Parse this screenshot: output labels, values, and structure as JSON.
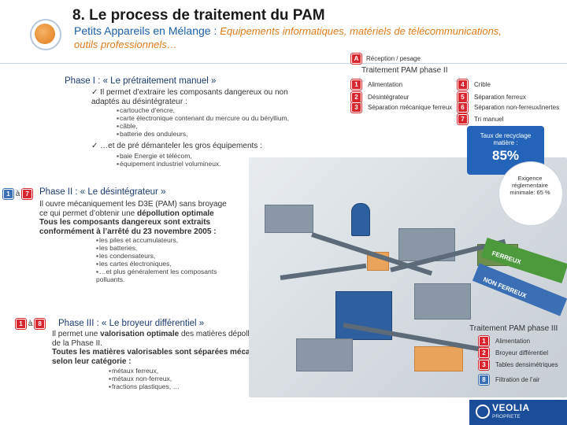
{
  "header": {
    "title": "8. Le process de traitement du PAM",
    "subtitle_main": "Petits Appareils en Mélange :",
    "subtitle_desc": "Equipements informatiques, matériels de télécommunications,",
    "subtitle_line2": "outils professionnels…"
  },
  "legend_top": {
    "badge": "A",
    "label": "Réception / pesage"
  },
  "phase2_legend": {
    "title": "Traitement PAM phase II",
    "col1": [
      {
        "badge": "1",
        "label": "Alimentation"
      },
      {
        "badge": "2",
        "label": "Désintégrateur"
      },
      {
        "badge": "3",
        "label": "Séparation mécanique ferreux"
      }
    ],
    "col2": [
      {
        "badge": "4",
        "label": "Crible"
      },
      {
        "badge": "5",
        "label": "Séparation ferreux"
      },
      {
        "badge": "6",
        "label": "Séparation non-ferreux/inertes"
      },
      {
        "badge": "7",
        "label": "Tri manuel"
      }
    ]
  },
  "phase1": {
    "title": "Phase I : « Le prétraitement manuel »",
    "check1_line1": "Il permet d’extraire les composants dangereux ou non",
    "check1_line2": "adaptés au désintégrateur :",
    "items1": [
      "cartouche d’encre,",
      "carte électronique contenant du mercure ou du béryllium,",
      "câble,",
      "batterie des onduleurs,"
    ],
    "check2": "…et de pré démanteler les gros équipements :",
    "items2": [
      "baie Energie et télécom,",
      "équipement industriel volumineux."
    ]
  },
  "phase2": {
    "badge_from": "1",
    "connector": "à",
    "badge_to": "7",
    "title": "Phase II : « Le désintégrateur »",
    "line1": "Il ouvre mécaniquement les D3E (PAM) sans broyage",
    "line2_pre": "ce qui permet d’obtenir une ",
    "line2_bold": "dépollution optimale",
    "line3": "Tous les composants dangereux sont extraits",
    "line4": "conformément à l’arrêté du 23 novembre 2005 :",
    "items": [
      "les piles et accumulateurs,",
      "les batteries,",
      "les condensateurs,",
      "les cartes électroniques,",
      "…et plus généralement les composants polluants."
    ]
  },
  "phase3": {
    "badge_from": "1",
    "connector": "à",
    "badge_to": "8",
    "title": "Phase III : « Le broyeur différentiel »",
    "line1_pre": "Il permet une ",
    "line1_bold": "valorisation optimale",
    "line1_post": " des matières dépolluées issues",
    "line2": "de la Phase II.",
    "line3": "Toutes les matières valorisables sont séparées mécaniquement",
    "line4": "selon leur catégorie :",
    "items": [
      "métaux ferreux,",
      "métaux non-ferreux,",
      "fractions plastiques, …"
    ]
  },
  "recycling": {
    "label": "Taux de recyclage matière :",
    "value": "85%",
    "requirement": "Exigence réglementaire minimale: 65 %"
  },
  "image_labels": {
    "ferreux": "FERREUX",
    "non_ferreux": "NON FERREUX"
  },
  "phase3_legend": {
    "title": "Traitement PAM phase III",
    "items": [
      {
        "badge": "1",
        "label": "Alimentation"
      },
      {
        "badge": "2",
        "label": "Broyeur différentiel"
      },
      {
        "badge": "3",
        "label": "Tables densimétriques"
      },
      {
        "badge": "8",
        "label": "Filtration de l’air"
      }
    ]
  },
  "brand": {
    "name": "VEOLIA",
    "sub": "PROPRETE"
  },
  "colors": {
    "accent_blue": "#2364b8",
    "badge_red": "#d7262e",
    "badge_blue": "#3a6fb5",
    "orange": "#e07b1a"
  }
}
